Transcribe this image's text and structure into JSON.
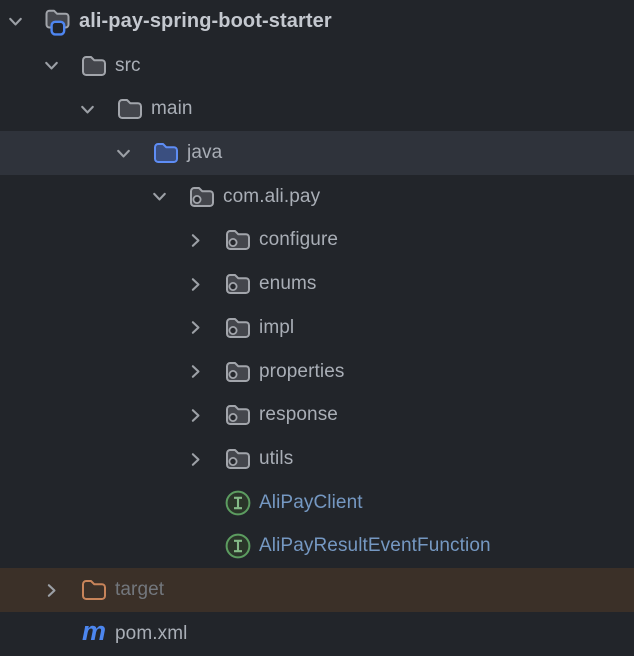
{
  "panel": {
    "type": "project-file-tree"
  },
  "tree": {
    "items": [
      {
        "id": "root",
        "label": "ali-pay-spring-boot-starter",
        "level": 0,
        "chevron": "down",
        "icon": "project-root",
        "style": "root"
      },
      {
        "id": "src",
        "label": "src",
        "level": 1,
        "chevron": "down",
        "icon": "folder",
        "style": "normal"
      },
      {
        "id": "main",
        "label": "main",
        "level": 2,
        "chevron": "down",
        "icon": "folder",
        "style": "normal"
      },
      {
        "id": "java",
        "label": "java",
        "level": 3,
        "chevron": "down",
        "icon": "source-folder",
        "style": "normal",
        "state": "selected"
      },
      {
        "id": "com-ali-pay",
        "label": "com.ali.pay",
        "level": 4,
        "chevron": "down",
        "icon": "package",
        "style": "normal"
      },
      {
        "id": "configure",
        "label": "configure",
        "level": 5,
        "chevron": "right",
        "icon": "package",
        "style": "normal"
      },
      {
        "id": "enums",
        "label": "enums",
        "level": 5,
        "chevron": "right",
        "icon": "package",
        "style": "normal"
      },
      {
        "id": "impl",
        "label": "impl",
        "level": 5,
        "chevron": "right",
        "icon": "package",
        "style": "normal"
      },
      {
        "id": "properties",
        "label": "properties",
        "level": 5,
        "chevron": "right",
        "icon": "package",
        "style": "normal"
      },
      {
        "id": "response",
        "label": "response",
        "level": 5,
        "chevron": "right",
        "icon": "package",
        "style": "normal"
      },
      {
        "id": "utils",
        "label": "utils",
        "level": 5,
        "chevron": "right",
        "icon": "package",
        "style": "normal"
      },
      {
        "id": "alipayclient",
        "label": "AliPayClient",
        "level": 5,
        "chevron": "none",
        "icon": "interface",
        "style": "class-name"
      },
      {
        "id": "alipayresulteventfunction",
        "label": "AliPayResultEventFunction",
        "level": 5,
        "chevron": "none",
        "icon": "interface",
        "style": "class-name"
      },
      {
        "id": "target",
        "label": "target",
        "level": 1,
        "chevron": "right",
        "icon": "excluded-folder",
        "style": "dim",
        "state": "excluded"
      },
      {
        "id": "pom-xml",
        "label": "pom.xml",
        "level": 1,
        "chevron": "none",
        "icon": "maven",
        "style": "normal"
      }
    ]
  },
  "icons": {
    "maven_glyph": "m",
    "interface_glyph": "I"
  },
  "colors": {
    "bg": "#22252A",
    "sel_bg": "#2F333B",
    "excl_bg": "#3B3028",
    "text": "#A9AEB6",
    "root_text": "#C4C8CF",
    "dim_text": "#73777D",
    "class_text": "#7598C2",
    "chevron": "#9CA0A6",
    "folder_stroke": "#A2A5AB",
    "folder_fill": "#44464C",
    "source_folder_stroke": "#5E8DF5",
    "source_folder_fill": "#3A4F80",
    "package_hole_fill": "#26282D",
    "excluded_folder_stroke": "#C8845A",
    "interface_ring": "#5C9C60",
    "interface_fill": "#2A3529",
    "interface_letter": "#84BA86",
    "maven_blue": "#4C86EF",
    "project_badge_blue": "#4E86F2",
    "project_badge_fill": "#20242C"
  }
}
